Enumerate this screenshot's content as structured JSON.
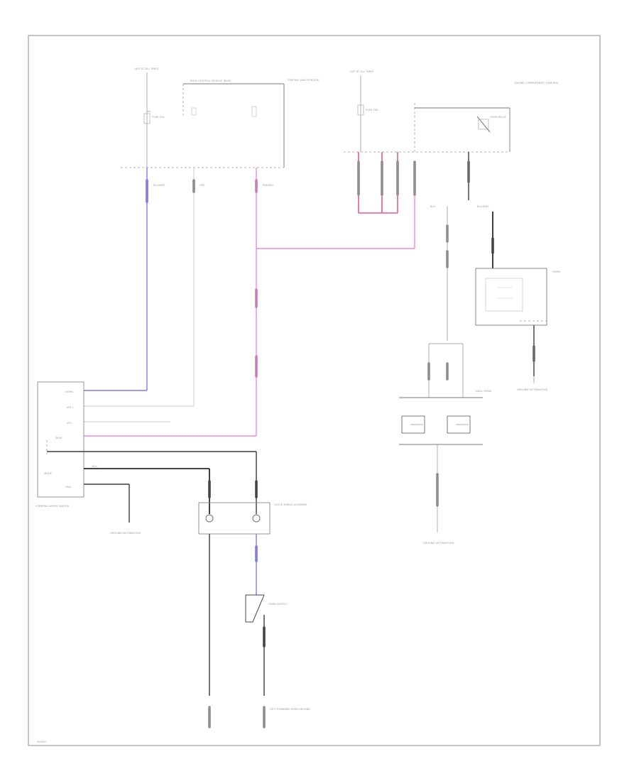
{
  "diagram": {
    "component_labels": {
      "steering_wheel_controls": "STEERING WHEEL SWITCH",
      "steering_ground": "GROUND DISTRIBUTION",
      "clock_spring": "CLOCK SPRING ASSEMBLY",
      "horn_switch": "HORN SWITCH",
      "left_horn_ground": "LEFT FORWARD HORN GROUND",
      "right_power_source": "HOT AT ALL TIMES",
      "left_power_source": "HOT AT ALL TIMES",
      "body_control_module": "BODY CONTROL MODULE (BCM)",
      "central_junction": "CENTRAL JUNCTION BOX",
      "relay_box": "ENGINE COMPARTMENT FUSE BOX",
      "horn_relay_label": "HORN RELAY",
      "horn": "HORN",
      "horn_ground": "GROUND DISTRIBUTION",
      "dual_horn": "DUAL HORN",
      "dual_horn_ground": "GROUND DISTRIBUTION",
      "switch_label_1": "HORN",
      "switch_label_2": "VOL+",
      "switch_label_3": "VOL-",
      "switch_label_4": "SEEK",
      "switch_label_5": "MODE",
      "switch_label_6": "GND",
      "wire_blu": "BLU/WHT",
      "wire_grey1": "GRY",
      "wire_grey2": "GRY",
      "wire_pink": "PNK/BLU",
      "wire_blk": "BLK",
      "wire_blk2": "BLK/WHT",
      "fuse_left": "FUSE 15A",
      "fuse_right": "FUSE 20A",
      "footer_code": "W0000"
    }
  }
}
